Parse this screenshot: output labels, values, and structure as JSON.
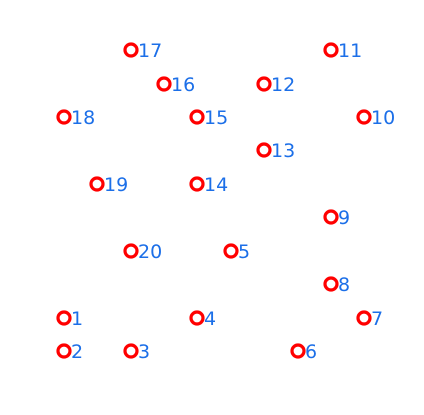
{
  "colors": {
    "background": "#ffffff",
    "marker_stroke": "#ff0000",
    "label_text": "#1c6fe8"
  },
  "points": [
    {
      "id": "17",
      "label": "17"
    },
    {
      "id": "11",
      "label": "11"
    },
    {
      "id": "16",
      "label": "16"
    },
    {
      "id": "12",
      "label": "12"
    },
    {
      "id": "18",
      "label": "18"
    },
    {
      "id": "15",
      "label": "15"
    },
    {
      "id": "10",
      "label": "10"
    },
    {
      "id": "13",
      "label": "13"
    },
    {
      "id": "19",
      "label": "19"
    },
    {
      "id": "14",
      "label": "14"
    },
    {
      "id": "9",
      "label": "9"
    },
    {
      "id": "20",
      "label": "20"
    },
    {
      "id": "5",
      "label": "5"
    },
    {
      "id": "8",
      "label": "8"
    },
    {
      "id": "1",
      "label": "1"
    },
    {
      "id": "4",
      "label": "4"
    },
    {
      "id": "7",
      "label": "7"
    },
    {
      "id": "2",
      "label": "2"
    },
    {
      "id": "3",
      "label": "3"
    },
    {
      "id": "6",
      "label": "6"
    }
  ]
}
